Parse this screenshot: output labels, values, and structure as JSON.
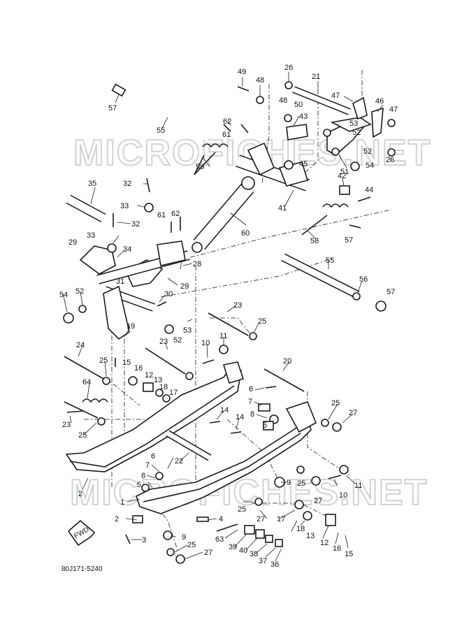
{
  "watermark": {
    "top": "MICROFICHES.NET",
    "bottom": "MICROFICHES.NET"
  },
  "diagram_code": "80J171-5240",
  "direction_label": "FWD",
  "callouts": {
    "c49": "49",
    "c48a": "48",
    "c26a": "26",
    "c21": "21",
    "c47": "47",
    "c46": "46",
    "c47b": "47",
    "c57a": "57",
    "c48b": "48",
    "c50": "50",
    "c53a": "53",
    "c43": "43",
    "c52a": "52",
    "c62a": "62",
    "c55a": "55",
    "c61a": "61",
    "c52b": "52",
    "c26b": "26",
    "c59": "59",
    "c45": "45",
    "c51": "51",
    "c54a": "54",
    "c42": "42",
    "c35": "35",
    "c32a": "32",
    "c44": "44",
    "c33a": "33",
    "c61b": "61",
    "c62b": "62",
    "c32b": "32",
    "c60": "60",
    "c41": "41",
    "c58": "58",
    "c57b": "57",
    "c33b": "33",
    "c29a": "29",
    "c34": "34",
    "c28": "28",
    "c55b": "55",
    "c31": "31",
    "c29b": "29",
    "c56": "56",
    "c57c": "57",
    "c54b": "54",
    "c52c": "52",
    "c30": "30",
    "c23a": "23",
    "c53b": "53",
    "c25a": "25",
    "c19": "19",
    "c52d": "52",
    "c23b": "23",
    "c10a": "10",
    "c11a": "11",
    "c24": "24",
    "c25b": "25",
    "c15a": "15",
    "c16a": "16",
    "c12a": "12",
    "c13a": "13",
    "c20": "20",
    "c18a": "18",
    "c17a": "17",
    "c64": "64",
    "c6a": "6",
    "c7a": "7",
    "c14a": "14",
    "c8a": "8",
    "c25c": "25",
    "c27a": "27",
    "c23c": "23",
    "c14b": "14",
    "c5a": "5",
    "c25d": "25",
    "c6b": "6",
    "c22": "22",
    "c7b": "7",
    "c8b": "8",
    "c9a": "9",
    "c25e": "25",
    "c11b": "11",
    "c5b": "5",
    "c2a": "2",
    "c27b": "27",
    "c10b": "10",
    "c1": "1",
    "c25f": "25",
    "c27c": "27",
    "c17b": "17",
    "c18b": "18",
    "c2b": "2",
    "c4": "4",
    "c13b": "13",
    "c3": "3",
    "c9b": "9",
    "c63": "63",
    "c39": "39",
    "c40": "40",
    "c38": "38",
    "c37": "37",
    "c36": "36",
    "c25g": "25",
    "c27d": "27",
    "c12b": "12",
    "c16b": "16",
    "c15b": "15"
  }
}
